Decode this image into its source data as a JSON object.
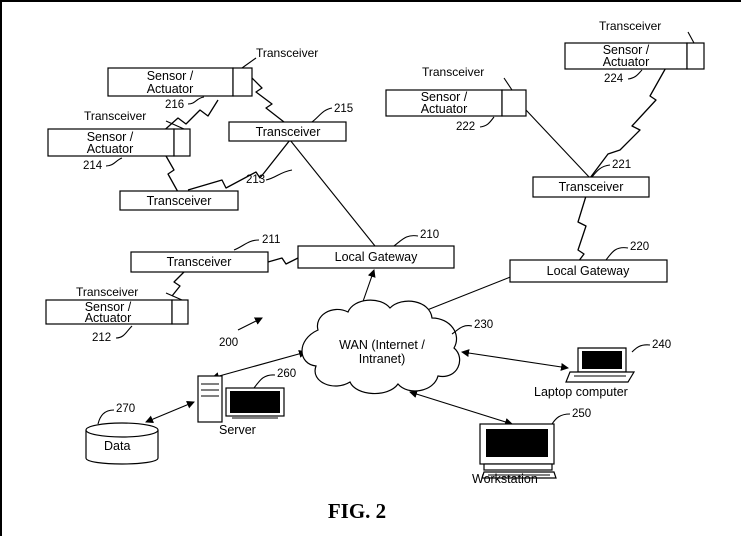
{
  "figure": {
    "caption": "FIG. 2",
    "ref": "200"
  },
  "nodes": {
    "sensor_216": {
      "label_line1": "Sensor /",
      "label_line2": "Actuator",
      "ref": "216",
      "tag": "Transceiver"
    },
    "sensor_214": {
      "label_line1": "Sensor /",
      "label_line2": "Actuator",
      "ref": "214",
      "tag": "Transceiver"
    },
    "sensor_212": {
      "label_line1": "Sensor /",
      "label_line2": "Actuator",
      "ref": "212",
      "tag": "Transceiver"
    },
    "sensor_222": {
      "label_line1": "Sensor /",
      "label_line2": "Actuator",
      "ref": "222",
      "tag": "Transceiver"
    },
    "sensor_224": {
      "label_line1": "Sensor /",
      "label_line2": "Actuator",
      "ref": "224",
      "tag": "Transceiver"
    },
    "transceiver_215": {
      "label": "Transceiver",
      "ref": "215"
    },
    "transceiver_213": {
      "label": "Transceiver",
      "ref": "213"
    },
    "transceiver_211": {
      "label": "Transceiver",
      "ref": "211"
    },
    "transceiver_221": {
      "label": "Transceiver",
      "ref": "221"
    },
    "gateway_210": {
      "label": "Local Gateway",
      "ref": "210"
    },
    "gateway_220": {
      "label": "Local Gateway",
      "ref": "220"
    },
    "wan": {
      "label_line1": "WAN (Internet /",
      "label_line2": "Intranet)",
      "ref": "230"
    },
    "laptop": {
      "label": "Laptop computer",
      "ref": "240"
    },
    "workstation": {
      "label": "Workstation",
      "ref": "250"
    },
    "server": {
      "label": "Server",
      "ref": "260"
    },
    "data": {
      "label": "Data",
      "ref": "270"
    }
  }
}
